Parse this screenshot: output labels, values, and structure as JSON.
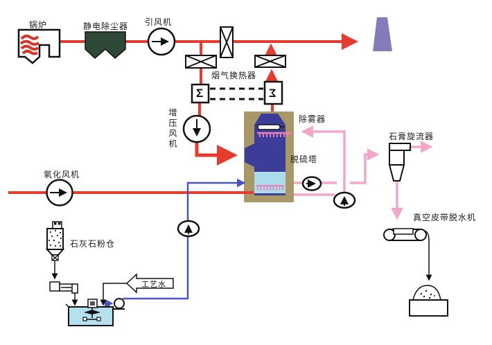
{
  "diagram": {
    "labels": {
      "boiler": "锅炉",
      "esp": "静电除尘器",
      "id_fan": "引风机",
      "ggh": "烟气换热器",
      "booster_fan": "增压风机",
      "demister": "除雾器",
      "absorber": "脱硫塔",
      "gypsum_cyclone": "石膏旋流器",
      "vacuum_belt": "真空皮带脱水机",
      "oxidation_fan": "氧化风机",
      "limestone_silo": "石灰石粉仓",
      "process_water": "工艺水"
    },
    "symbols": {
      "ggh_left": "Σ",
      "ggh_right": "Σ"
    },
    "colors": {
      "flue": "#e63c30",
      "slurry": "#f2a7ca",
      "lime": "#4853c4",
      "tower": "#3c3c99",
      "pool": "#aadcee",
      "casing": "#a89868",
      "stack": "#837cba",
      "esp": "#2e4838",
      "tank": "#b5e0ee",
      "coil": "#d8352b"
    }
  }
}
